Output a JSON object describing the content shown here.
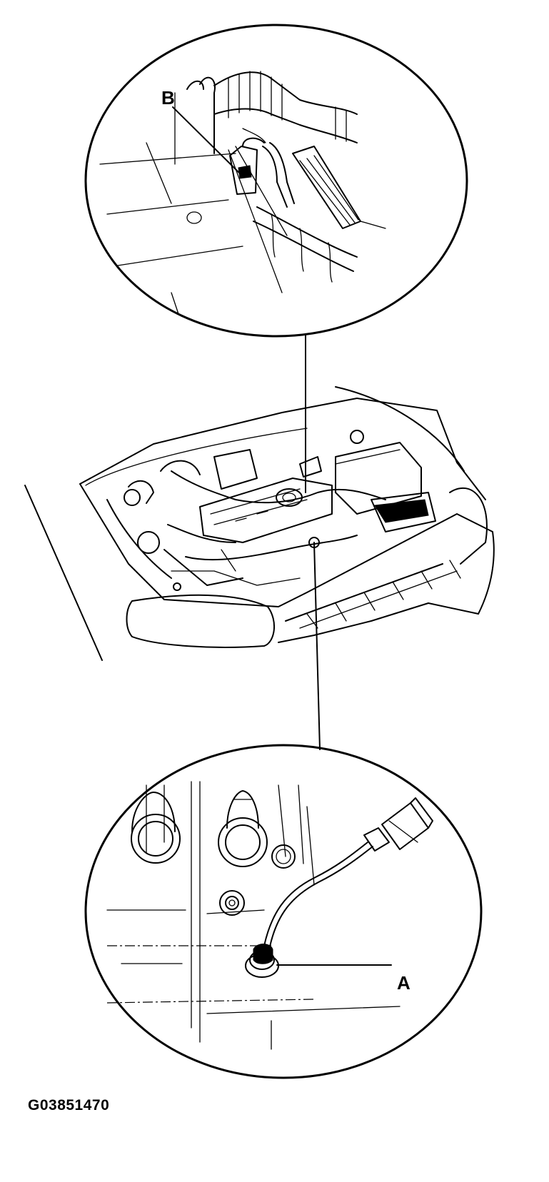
{
  "callouts": {
    "b": "B",
    "a": "A"
  },
  "figure_id": "G03851470"
}
